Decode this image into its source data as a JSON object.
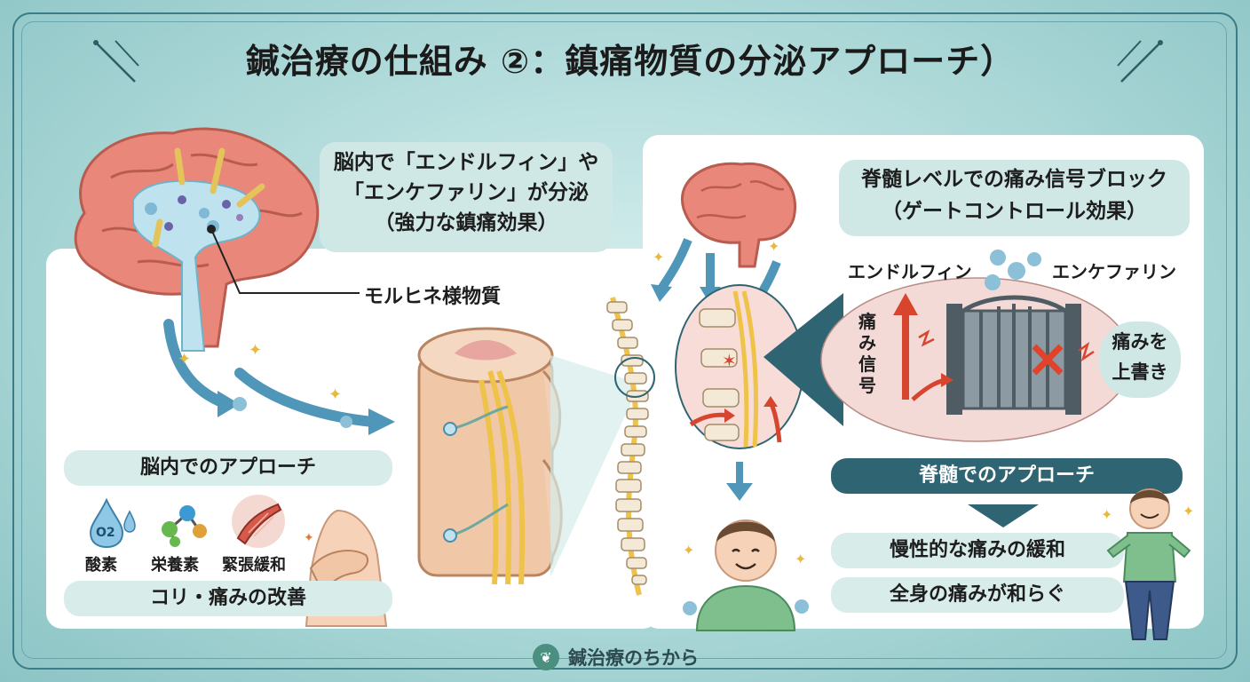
{
  "title": "鍼治療の仕組み ②：鎮痛物質の分泌アプローチ）",
  "brain": {
    "callout_line1": "脳内で「エンドルフィン」や",
    "callout_line2": "「エンケファリン」が分泌",
    "callout_line3": "（強力な鎮痛効果）",
    "morphine_label": "モルヒネ様物質",
    "approach_title": "脳内でのアプローチ",
    "icons": [
      "酸素",
      "栄養素",
      "緊張緩和"
    ],
    "o2_symbol": "O2",
    "result": "コリ・痛みの改善"
  },
  "spinal": {
    "callout_line1": "脊髄レベルでの痛み信号ブロック",
    "callout_line2": "（ゲートコントロール効果）",
    "endorphin": "エンドルフィン",
    "enkephalin": "エンケファリン",
    "pain_signal": [
      "痛",
      "み",
      "信",
      "号"
    ],
    "override_line1": "痛みを",
    "override_line2": "上書き",
    "approach_title": "脊髄でのアプローチ",
    "result1": "慢性的な痛みの緩和",
    "result2": "全身の痛みが和らぐ"
  },
  "footer": {
    "brand": "鍼治療のちから"
  },
  "colors": {
    "background": "#a9d6d6",
    "accent_dark": "#2f6472",
    "bubble": "#cfe8e6",
    "brain_pink": "#e8877a",
    "nerve_yellow": "#f0c44a",
    "arrow_blue": "#4f96b8",
    "pain_red": "#d8452f"
  }
}
